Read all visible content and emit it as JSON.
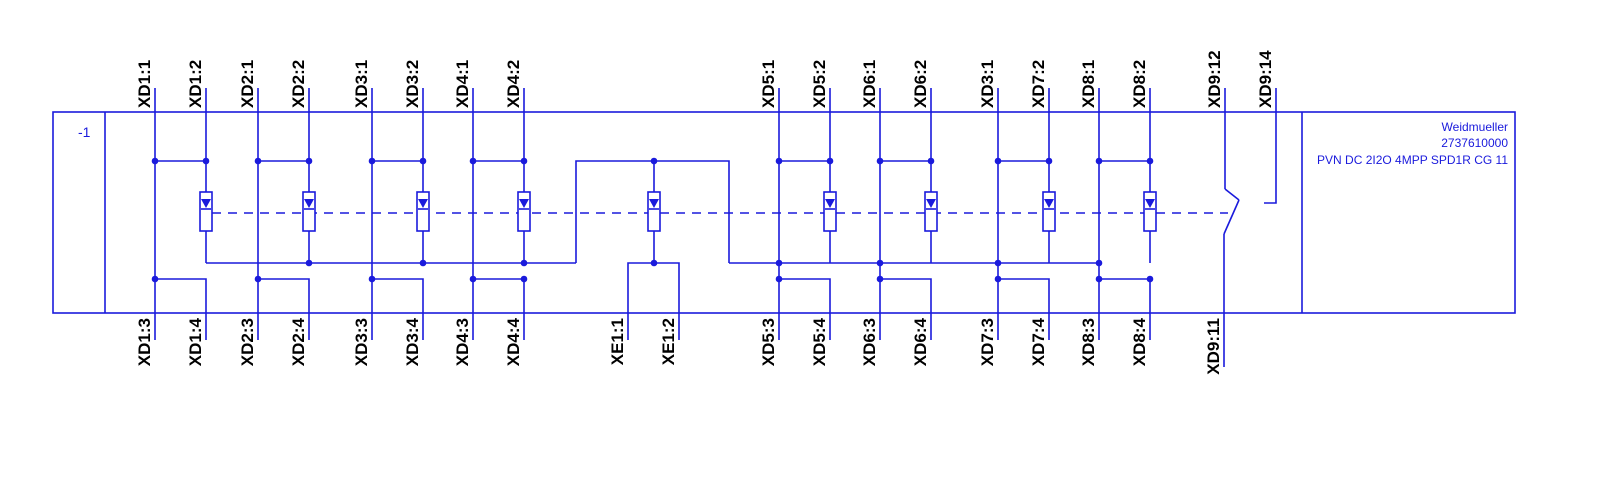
{
  "device": {
    "id": "-1",
    "manufacturer": "Weidmueller",
    "part_number": "2737610000",
    "description": "PVN DC 2I2O 4MPP SPD1R CG 11"
  },
  "terminals_top": [
    "XD1:1",
    "XD1:2",
    "XD2:1",
    "XD2:2",
    "XD3:1",
    "XD3:2",
    "XD4:1",
    "XD4:2",
    "XD5:1",
    "XD5:2",
    "XD6:1",
    "XD6:2",
    "XD3:1",
    "XD7:2",
    "XD8:1",
    "XD8:2",
    "XD9:12",
    "XD9:14"
  ],
  "terminals_bottom": [
    "XD1:3",
    "XD1:4",
    "XD2:3",
    "XD2:4",
    "XD3:3",
    "XD3:4",
    "XD4:3",
    "XD4:4",
    "XE1:1",
    "XE1:2",
    "XD5:3",
    "XD5:4",
    "XD6:3",
    "XD6:4",
    "XD7:3",
    "XD7:4",
    "XD8:3",
    "XD8:4",
    "XD9:11"
  ],
  "colors": {
    "line": "#1a1adc",
    "label": "#000000",
    "background": "#ffffff"
  }
}
